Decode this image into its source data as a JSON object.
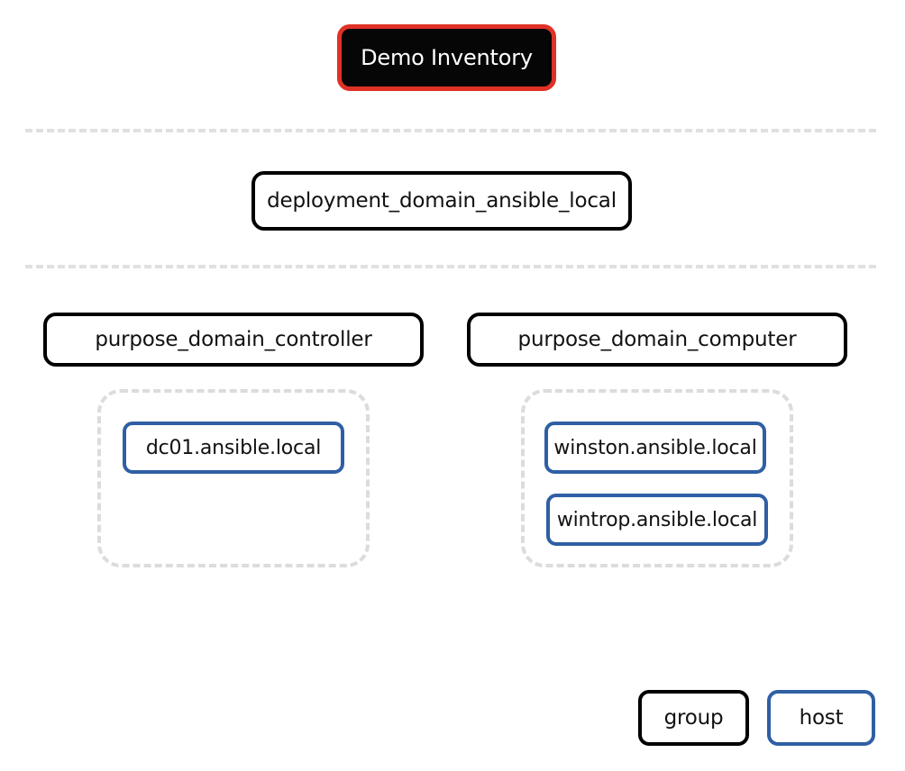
{
  "diagram": {
    "type": "ansible-inventory-tree",
    "root": {
      "label": "Demo Inventory",
      "kind": "inventory",
      "border_color": "#e03127",
      "fill_color": "#060606",
      "text_color": "#ffffff"
    },
    "levels": [
      {
        "level": 1,
        "nodes": [
          {
            "label": "deployment_domain_ansible_local",
            "kind": "group"
          }
        ]
      },
      {
        "level": 2,
        "nodes": [
          {
            "label": "purpose_domain_controller",
            "kind": "group",
            "hosts": [
              {
                "label": "dc01.ansible.local",
                "kind": "host"
              }
            ]
          },
          {
            "label": "purpose_domain_computer",
            "kind": "group",
            "hosts": [
              {
                "label": "winston.ansible.local",
                "kind": "host"
              },
              {
                "label": "wintrop.ansible.local",
                "kind": "host"
              }
            ]
          }
        ]
      }
    ],
    "separators": [
      {
        "name": "separator-top",
        "style": "dashed",
        "color": "#e0e0e0"
      },
      {
        "name": "separator-middle",
        "style": "dashed",
        "color": "#e0e0e0"
      }
    ]
  },
  "legend": {
    "items": [
      {
        "label": "group",
        "border_color": "#000000"
      },
      {
        "label": "host",
        "border_color": "#2f5fa4"
      }
    ]
  },
  "colors": {
    "group_border": "#000000",
    "host_border": "#2f5fa4",
    "root_border": "#e03127",
    "root_fill": "#060606",
    "dashed_gray": "#dcdcdc",
    "separator_gray": "#e0e0e0",
    "background": "#ffffff",
    "text": "#111111"
  }
}
